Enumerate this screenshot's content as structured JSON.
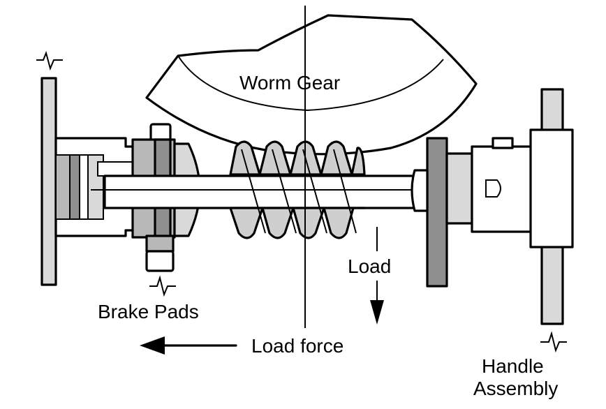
{
  "labels": {
    "worm_gear": "Worm Gear",
    "load": "Load",
    "brake_pads": "Brake Pads",
    "load_force": "Load force",
    "handle_line1": "Handle",
    "handle_line2": "Assembly"
  },
  "colors": {
    "ink": "#000000",
    "fill_light": "#d9d9d9",
    "fill_mid": "#b8b8b8",
    "fill_dark": "#8f8f8f",
    "paper": "#ffffff"
  }
}
